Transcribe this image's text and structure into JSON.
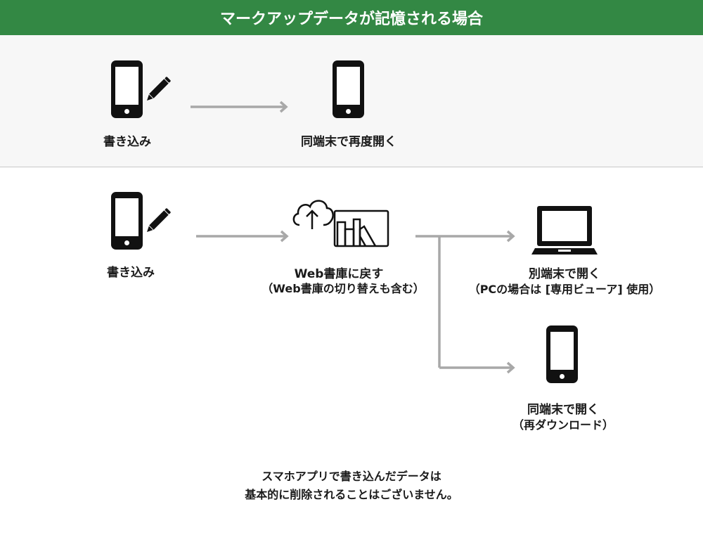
{
  "header": {
    "title": "マークアップデータが記憶される場合"
  },
  "section1": {
    "from": {
      "icon": "smartphone-pencil-icon",
      "label": "書き込み"
    },
    "to": {
      "icon": "smartphone-icon",
      "label": "同端末で再度開く"
    }
  },
  "section2": {
    "from": {
      "icon": "smartphone-pencil-icon",
      "label": "書き込み"
    },
    "middle": {
      "icon": "cloud-upload-bookshelf-icon",
      "label": "Web書庫に戻す",
      "sublabel": "（Web書庫の切り替えも含む）"
    },
    "branch_pc": {
      "icon": "laptop-icon",
      "label": "別端末で開く",
      "sublabel": "（PCの場合は [専用ビューア] 使用）"
    },
    "branch_phone": {
      "icon": "smartphone-icon",
      "label": "同端末で開く",
      "sublabel": "（再ダウンロード）"
    }
  },
  "note": {
    "line1": "スマホアプリで書き込んだデータは",
    "line2": "基本的に削除されることはございません。"
  },
  "colors": {
    "header": "#338844",
    "arrow": "#a8a8a8",
    "icon": "#111111",
    "section_bg": "#f7f7f7"
  }
}
